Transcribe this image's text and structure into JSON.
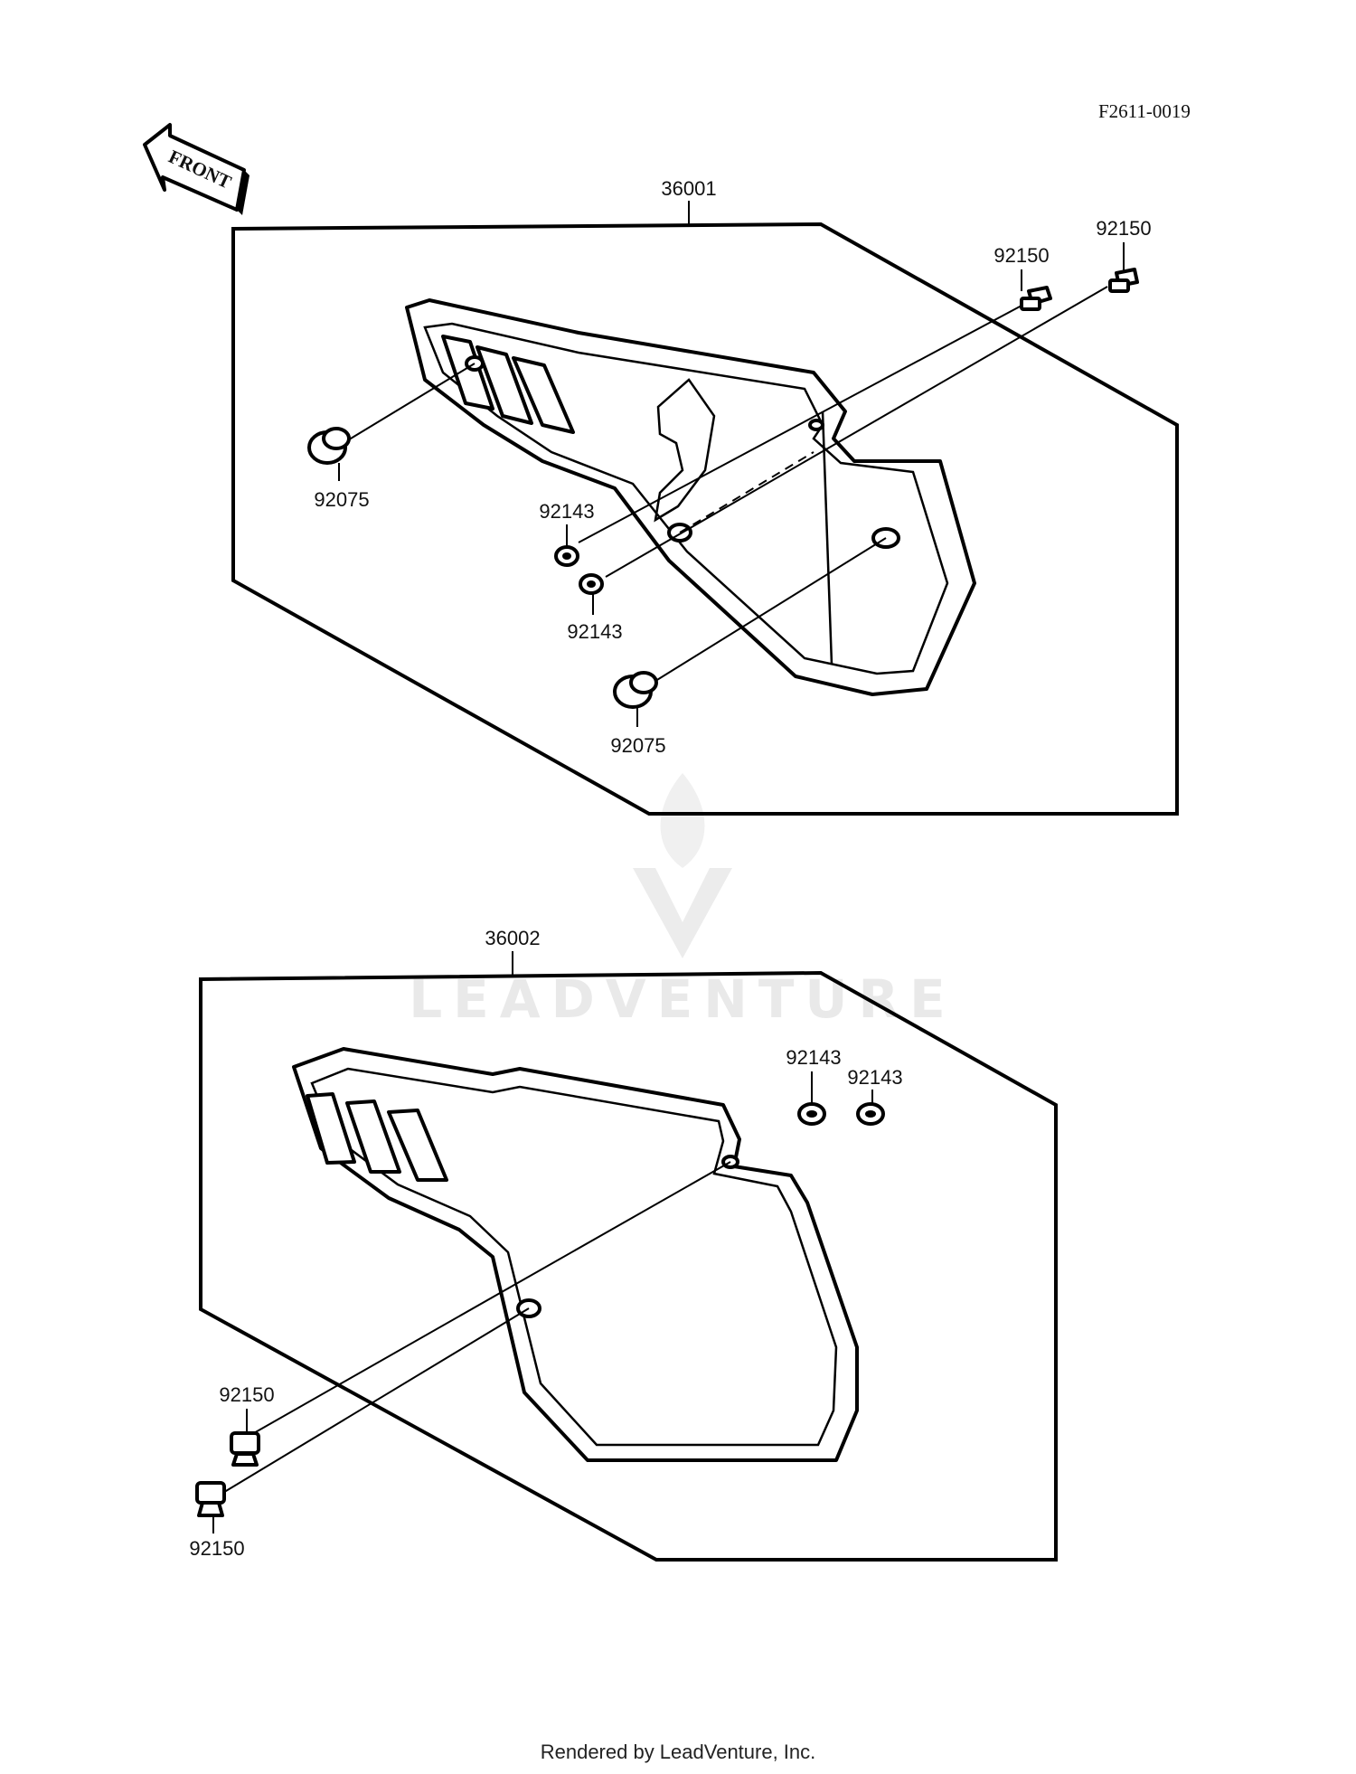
{
  "diagram_code": "F2611-0019",
  "front_label": "FRONT",
  "watermark_text": "LEADVENTURE",
  "footer": "Rendered by LeadVenture, Inc.",
  "groups": [
    {
      "part_number": "36001",
      "callouts": [
        "92150",
        "92150",
        "92075",
        "92143",
        "92143",
        "92075"
      ]
    },
    {
      "part_number": "36002",
      "callouts": [
        "92143",
        "92143",
        "92150",
        "92150"
      ]
    }
  ]
}
